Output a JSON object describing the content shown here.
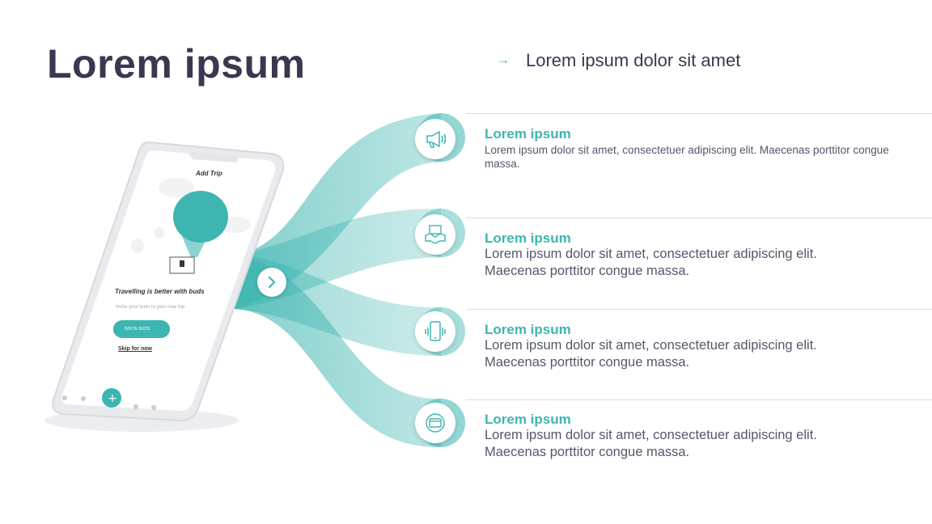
{
  "header": {
    "title": "Lorem ipsum",
    "subtitle": "Lorem ipsum dolor sit amet"
  },
  "phone": {
    "screen_title": "Add Trip",
    "headline": "Travelling is better with buds",
    "caption": "Invite your buds to your new trip",
    "invite_button": "INVITE BUDS",
    "skip_link": "Skip for now"
  },
  "items": [
    {
      "title": "Lorem ipsum",
      "desc": "Lorem ipsum dolor sit amet, consectetuer adipiscing elit. Maecenas porttitor congue massa.",
      "icon": "megaphone-icon"
    },
    {
      "title": "Lorem ipsum",
      "desc": "Lorem ipsum dolor sit amet, consectetuer adipiscing elit. Maecenas porttitor congue massa.",
      "icon": "handshake-icon"
    },
    {
      "title": "Lorem ipsum",
      "desc": "Lorem ipsum dolor sit amet, consectetuer adipiscing elit. Maecenas porttitor congue massa.",
      "icon": "smartphone-icon"
    },
    {
      "title": "Lorem ipsum",
      "desc": "Lorem ipsum dolor sit amet, consectetuer adipiscing elit. Maecenas porttitor congue massa.",
      "icon": "monitor-icon"
    }
  ],
  "colors": {
    "accent": "#3db5b0",
    "title": "#3a3850",
    "body": "#55566a"
  }
}
